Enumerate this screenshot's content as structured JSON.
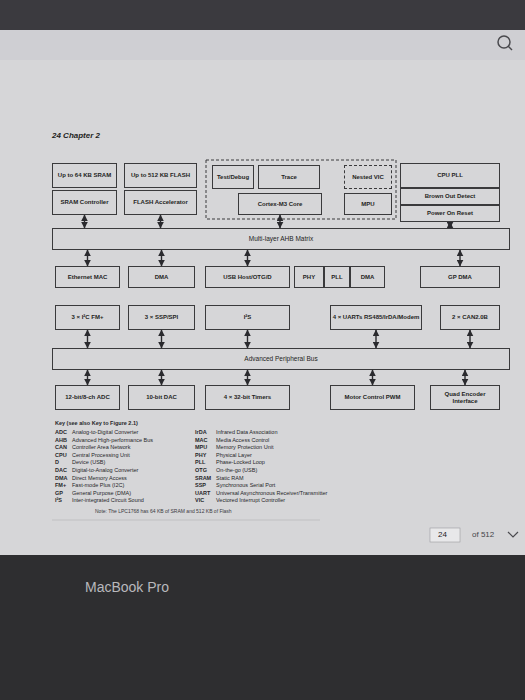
{
  "diagram": {
    "nodes": [
      {
        "text": [
          "Up to 64 KB SRAM"
        ]
      },
      {
        "text": [
          "Up to 512 KB FLASH"
        ]
      },
      {
        "text": [
          "Test/Debug"
        ]
      },
      {
        "text": [
          "Trace"
        ]
      },
      {
        "text": [
          "Nested VIC"
        ]
      },
      {
        "text": [
          "CPU PLL"
        ]
      },
      {
        "text": [
          "SRAM Controller"
        ]
      },
      {
        "text": [
          "FLASH Accelerator"
        ]
      },
      {
        "text": [
          "Cortex-M3 Core"
        ]
      },
      {
        "text": [
          "MPU"
        ]
      },
      {
        "text": [
          "Brown Out Detect"
        ]
      },
      {
        "text": [
          "Power On Reset"
        ]
      },
      {
        "text": [
          "Multi-layer AHB Matrix"
        ]
      },
      {
        "text": [
          "Ethernet MAC"
        ]
      },
      {
        "text": [
          "DMA"
        ]
      },
      {
        "text": [
          "USB Host/OTG/D"
        ]
      },
      {
        "text": [
          "PHY"
        ]
      },
      {
        "text": [
          "PLL"
        ]
      },
      {
        "text": [
          "DMA"
        ]
      },
      {
        "text": [
          "GP DMA"
        ]
      },
      {
        "text": [
          "3 × I²C FM+"
        ]
      },
      {
        "text": [
          "3 × SSP/SPI"
        ]
      },
      {
        "text": [
          "I²S"
        ]
      },
      {
        "text": [
          "4 × UARTs RS485/IrDA/Modem"
        ]
      },
      {
        "text": [
          "2 × CAN2.0B"
        ]
      },
      {
        "text": [
          "Advanced Peripheral Bus"
        ]
      },
      {
        "text": [
          "12-bit/8-ch ADC"
        ]
      },
      {
        "text": [
          "10-bit DAC"
        ]
      },
      {
        "text": [
          "4 × 32-bit Timers"
        ]
      },
      {
        "text": [
          "Motor Control PWM"
        ]
      },
      {
        "text": [
          "Quad Encoder Interface"
        ]
      }
    ],
    "edges": [
      {
        "from": 6,
        "to": 12,
        "arrow": "both"
      },
      {
        "from": 7,
        "to": 12,
        "arrow": "both"
      },
      {
        "from": 8,
        "to": 12,
        "arrow": "both"
      },
      {
        "from": 11,
        "to": 12,
        "arrow": "both"
      },
      {
        "from": 13,
        "to": 12,
        "arrow": "both"
      },
      {
        "from": 14,
        "to": 12,
        "arrow": "both"
      },
      {
        "from": 15,
        "to": 12,
        "arrow": "both"
      },
      {
        "from": 19,
        "to": 12,
        "arrow": "both"
      },
      {
        "from": 20,
        "to": 25,
        "arrow": "both"
      },
      {
        "from": 21,
        "to": 25,
        "arrow": "both"
      },
      {
        "from": 22,
        "to": 25,
        "arrow": "both"
      },
      {
        "from": 23,
        "to": 25,
        "arrow": "both"
      },
      {
        "from": 24,
        "to": 25,
        "arrow": "both"
      },
      {
        "from": 26,
        "to": 25,
        "arrow": "both"
      },
      {
        "from": 27,
        "to": 25,
        "arrow": "both"
      },
      {
        "from": 28,
        "to": 25,
        "arrow": "both"
      },
      {
        "from": 29,
        "to": 25,
        "arrow": "both"
      },
      {
        "from": 30,
        "to": 25,
        "arrow": "both"
      }
    ],
    "labels": [
      "24 Chapter 2",
      "Key (see also Key to Figure 2.1)",
      "ADC",
      "Analog-to-Digital Converter",
      "AHB",
      "Advanced High-performance Bus",
      "CAN",
      "Controller Area Network",
      "CPU",
      "Central Processing Unit",
      "D",
      "Device (USB)",
      "DAC",
      "Digital-to-Analog Converter",
      "DMA",
      "Direct Memory Access",
      "FM+",
      "Fast-mode Plus (I2C)",
      "GP",
      "General Purpose (DMA)",
      "I²S",
      "Inter-integrated Circuit Sound",
      "IrDA",
      "Infrared Data Association",
      "MAC",
      "Media Access Control",
      "MPU",
      "Memory Protection Unit",
      "PHY",
      "Physical Layer",
      "PLL",
      "Phase-Locked Loop",
      "OTG",
      "On-the-go (USB)",
      "SRAM",
      "Static RAM",
      "SSP",
      "Synchronous Serial Port",
      "UART",
      "Universal Asynchronous Receiver/Transmitter",
      "VIC",
      "Vectored Interrupt Controller",
      "Note: The LPC1768 has 64 KB of SRAM and 512 KB of Flash",
      "24",
      "of 512",
      "MacBook Pro"
    ]
  }
}
